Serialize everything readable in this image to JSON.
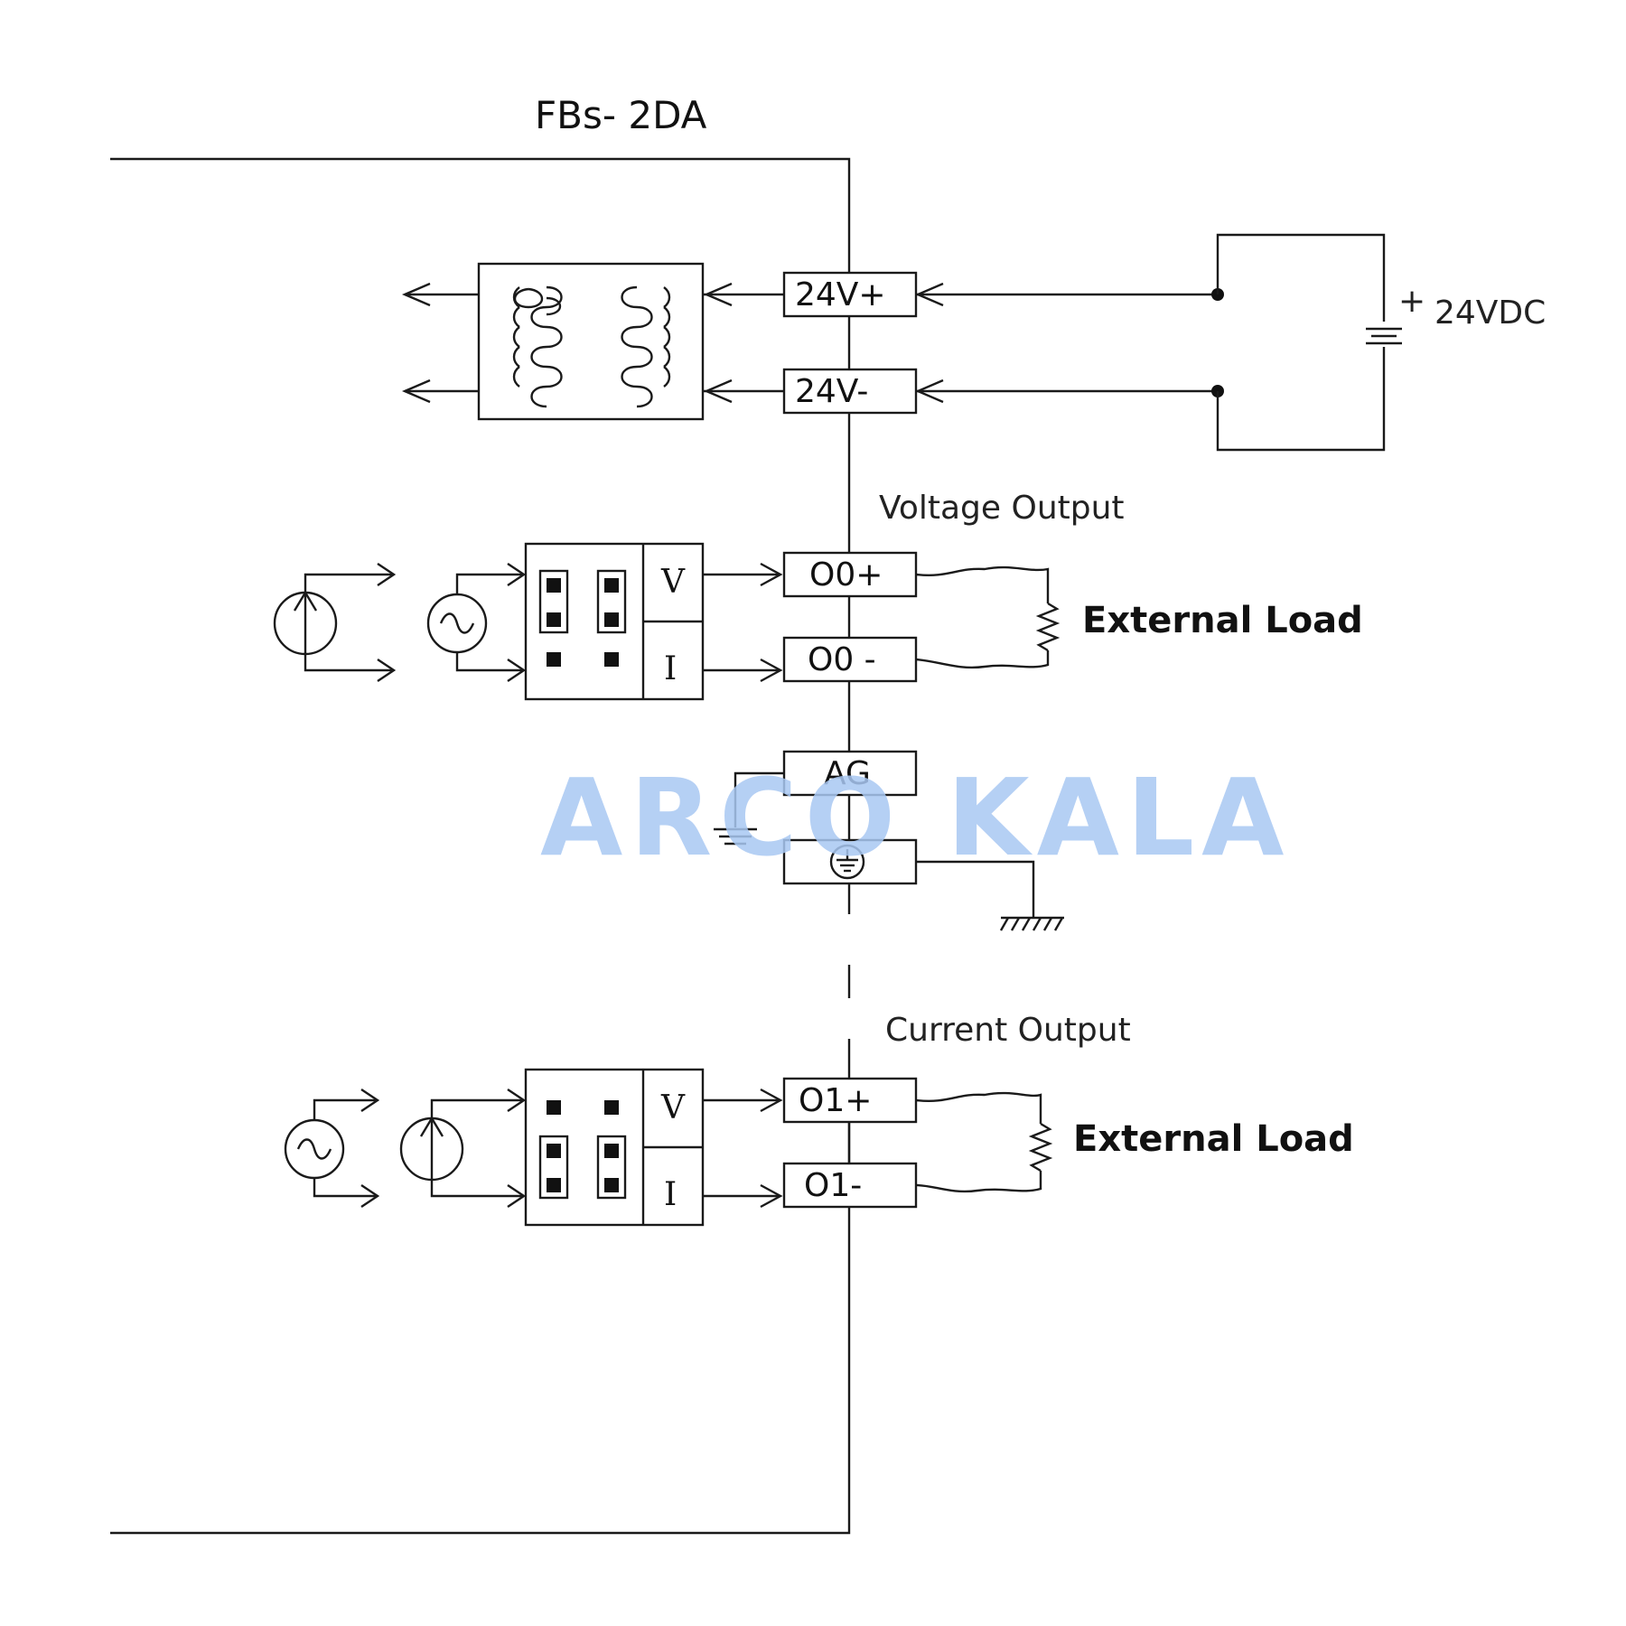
{
  "title": "FBs- 2DA",
  "terminals": {
    "v24_plus": "24V+",
    "v24_minus": "24V-",
    "o0_plus": "O0+",
    "o0_minus": "O0 -",
    "ag": "AG",
    "fg": "⏚",
    "o1_plus": "O1+",
    "o1_minus": "O1-"
  },
  "power": {
    "label": "24VDC",
    "plus": "+"
  },
  "sections": {
    "voltage": "Voltage Output",
    "current": "Current Output"
  },
  "loads": {
    "ch0": "External Load",
    "ch1": "External Load"
  },
  "jumper": {
    "v": "V",
    "i": "I"
  },
  "watermark": "ARCO KALA"
}
